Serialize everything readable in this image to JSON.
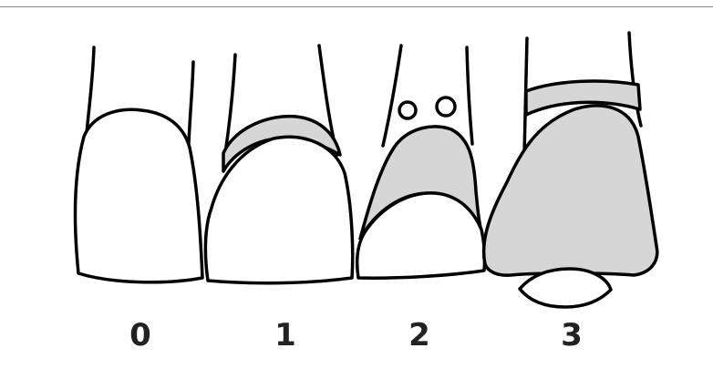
{
  "diagram": {
    "colors": {
      "outline": "#000000",
      "shade": "#d6d6d6",
      "background": "#ffffff",
      "label": "#222222"
    },
    "teeth": [
      {
        "label": "0",
        "shaded": false
      },
      {
        "label": "1",
        "shaded": true
      },
      {
        "label": "2",
        "shaded": true
      },
      {
        "label": "3",
        "shaded": true
      }
    ]
  }
}
